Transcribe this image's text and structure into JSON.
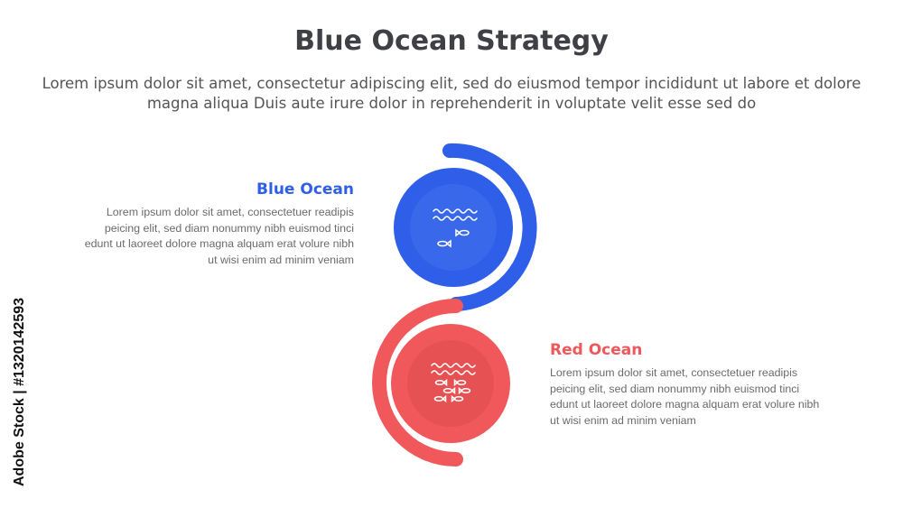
{
  "title": "Blue Ocean Strategy",
  "subtitle": "Lorem ipsum dolor sit amet, consectetur adipiscing elit, sed do eiusmod tempor incididunt ut labore et dolore magna aliqua Duis aute irure dolor in reprehenderit in voluptate velit esse sed do",
  "items": [
    {
      "heading": "Blue Ocean",
      "description": "Lorem ipsum dolor sit amet, consectetuer readipis peicing elit, sed diam nonummy nibh euismod tinci edunt ut laoreet dolore magna alquam erat volure nibh ut wisi enim ad minim veniam",
      "color": "#2f5fe8",
      "inner_color": "#3a68ea",
      "icon": "waves-one-fish-icon"
    },
    {
      "heading": "Red Ocean",
      "description": "Lorem ipsum dolor sit amet, consectetuer readipis peicing elit, sed diam nonummy nibh euismod tinci edunt ut laoreet dolore magna alquam erat volure nibh ut wisi enim ad minim veniam",
      "color": "#f0585b",
      "inner_color": "#e65254",
      "icon": "waves-many-fish-icon"
    }
  ],
  "watermark": "Adobe Stock | #1320142593"
}
